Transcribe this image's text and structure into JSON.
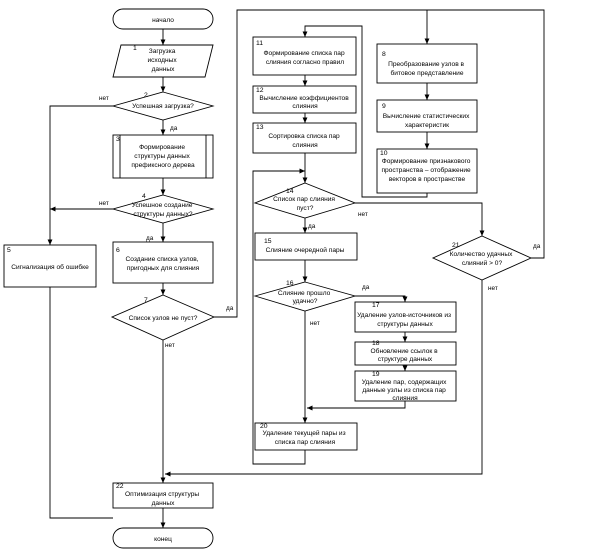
{
  "nodes": {
    "start": {
      "lines": [
        "начало"
      ]
    },
    "n1": {
      "num": "1",
      "lines": [
        "Загрузка",
        "исходных",
        "данных"
      ]
    },
    "n2": {
      "num": "2",
      "lines": [
        "Успешная загрузка?"
      ]
    },
    "n3": {
      "num": "3",
      "lines": [
        "Формирование",
        "структуры данных",
        "префиксного дерева"
      ]
    },
    "n4": {
      "num": "4",
      "lines": [
        "Успешное создание",
        "структуры данных?"
      ]
    },
    "n5": {
      "num": "5",
      "lines": [
        "Сигнализация об ошибке"
      ]
    },
    "n6": {
      "num": "6",
      "lines": [
        "Создание списка узлов,",
        "пригодных для слияния"
      ]
    },
    "n7": {
      "num": "7",
      "lines": [
        "Список узлов не пуст?"
      ]
    },
    "n8": {
      "num": "8",
      "lines": [
        "Преобразование узлов в",
        "битовое представление"
      ]
    },
    "n9": {
      "num": "9",
      "lines": [
        "Вычисление статистических",
        "характеристик"
      ]
    },
    "n10": {
      "num": "10",
      "lines": [
        "Формирование признакового",
        "пространства – отображение",
        "векторов в пространстве"
      ]
    },
    "n11": {
      "num": "11",
      "lines": [
        "Формирование списка пар",
        "слияния согласно правил"
      ]
    },
    "n12": {
      "num": "12",
      "lines": [
        "Вычисление коэффициентов",
        "слияния"
      ]
    },
    "n13": {
      "num": "13",
      "lines": [
        "Сортировка списка пар",
        "слияния"
      ]
    },
    "n14": {
      "num": "14",
      "lines": [
        "Список пар слияния",
        "пуст?"
      ]
    },
    "n15": {
      "num": "15",
      "lines": [
        "Слияние очередной пары"
      ]
    },
    "n16": {
      "num": "16",
      "lines": [
        "Слияние прошло",
        "удачно?"
      ]
    },
    "n17": {
      "num": "17",
      "lines": [
        "Удаление узлов-источников из",
        "структуры данных"
      ]
    },
    "n18": {
      "num": "18",
      "lines": [
        "Обновление ссылок в",
        "структуре данных"
      ]
    },
    "n19": {
      "num": "19",
      "lines": [
        "Удаление пар, содержащих",
        "данные узлы из списка пар",
        "слияния"
      ]
    },
    "n20": {
      "num": "20",
      "lines": [
        "Удаление текущей пары из",
        "списка пар слияния"
      ]
    },
    "n21": {
      "num": "21",
      "lines": [
        "Количество удачных",
        "слияний > 0?"
      ]
    },
    "n22": {
      "num": "22",
      "lines": [
        "Оптимизация структуры",
        "данных"
      ]
    },
    "end": {
      "lines": [
        "конец"
      ]
    }
  },
  "labels": {
    "n2_no": "нет",
    "n2_yes": "да",
    "n4_no": "нет",
    "n4_yes": "да",
    "n7_yes": "да",
    "n7_no": "нет",
    "n14_no": "нет",
    "n14_yes": "да",
    "n16_yes": "да",
    "n16_no": "нет",
    "n21_yes": "да",
    "n21_no": "нет"
  }
}
